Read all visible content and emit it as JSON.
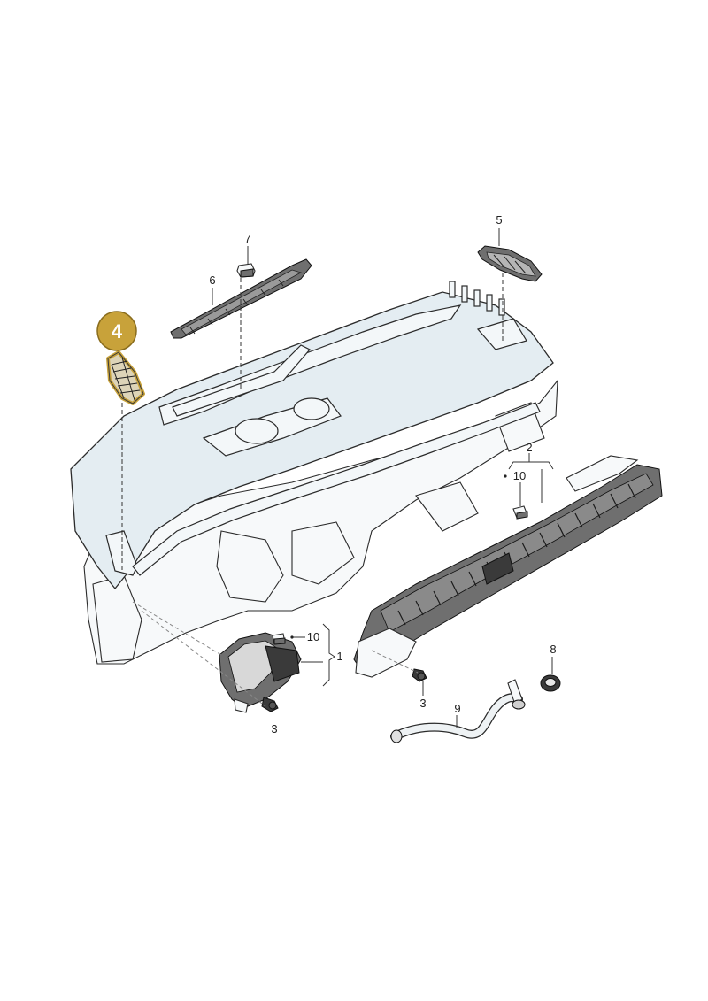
{
  "highlight": {
    "number": "4",
    "color": "#c8a23a",
    "outline": "#8a6d1e"
  },
  "colors": {
    "panel": "#e4edf2",
    "line": "#2b2b2b"
  },
  "callouts": {
    "c1": "1",
    "c2": "2",
    "c3a": "3",
    "c3b": "3",
    "c5": "5",
    "c6": "6",
    "c7": "7",
    "c8": "8",
    "c9": "9",
    "c10a": "10",
    "c10b": "10"
  }
}
